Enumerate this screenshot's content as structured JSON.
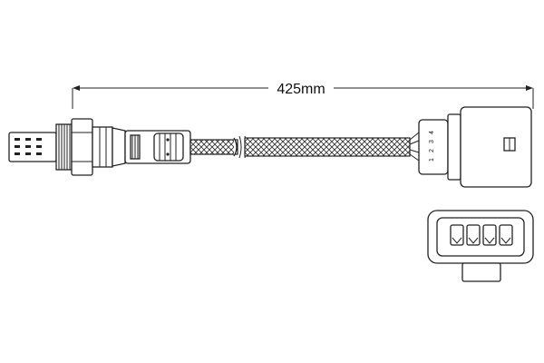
{
  "dimension": {
    "length_label": "425mm"
  },
  "connector": {
    "pin_numbers": [
      "1",
      "2",
      "3",
      "4"
    ]
  },
  "colors": {
    "line": "#222222",
    "background": "#ffffff"
  }
}
